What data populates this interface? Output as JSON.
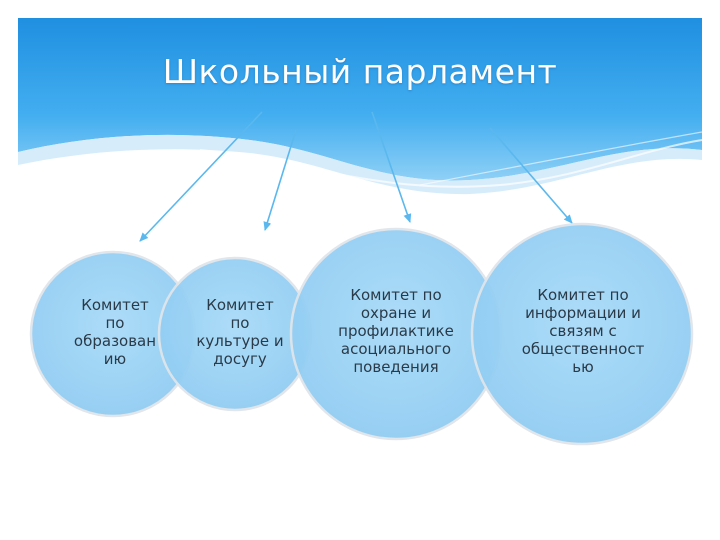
{
  "title": "Школьный парламент",
  "committees": [
    {
      "label": "Комитет\nпо\nобразован\nию"
    },
    {
      "label": "Комитет\nпо\nкультуре и\nдосугу"
    },
    {
      "label": "Комитет по\nохране и\nпрофилактике\nасоциального\nповедения"
    },
    {
      "label": "Комитет по\nинформации и\nсвязям с\nобщественност\nью"
    }
  ],
  "colors": {
    "header_blue": "#2c9ae6",
    "circle_fill": "#9fd3f5",
    "circle_stroke": "#d8dfe6",
    "arrow": "#5ab8ee"
  }
}
